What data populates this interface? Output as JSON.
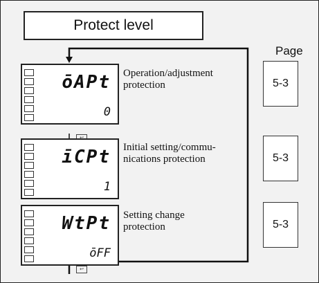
{
  "title": "Protect level",
  "page_header": "Page",
  "icons": {
    "key": "mode-key-icon",
    "arrow": "down-arrow-icon"
  },
  "items": [
    {
      "param_code": "ōAPt",
      "value": "0",
      "description_line1": "Operation/adjustment",
      "description_line2": "protection",
      "page": "5-3"
    },
    {
      "param_code": "īCPt",
      "value": "1",
      "description_line1": "Initial setting/commu-",
      "description_line2": "nications protection",
      "page": "5-3"
    },
    {
      "param_code": "WtPt",
      "value": "ōFF",
      "description_line1": "Setting change",
      "description_line2": "protection",
      "page": "5-3"
    }
  ]
}
